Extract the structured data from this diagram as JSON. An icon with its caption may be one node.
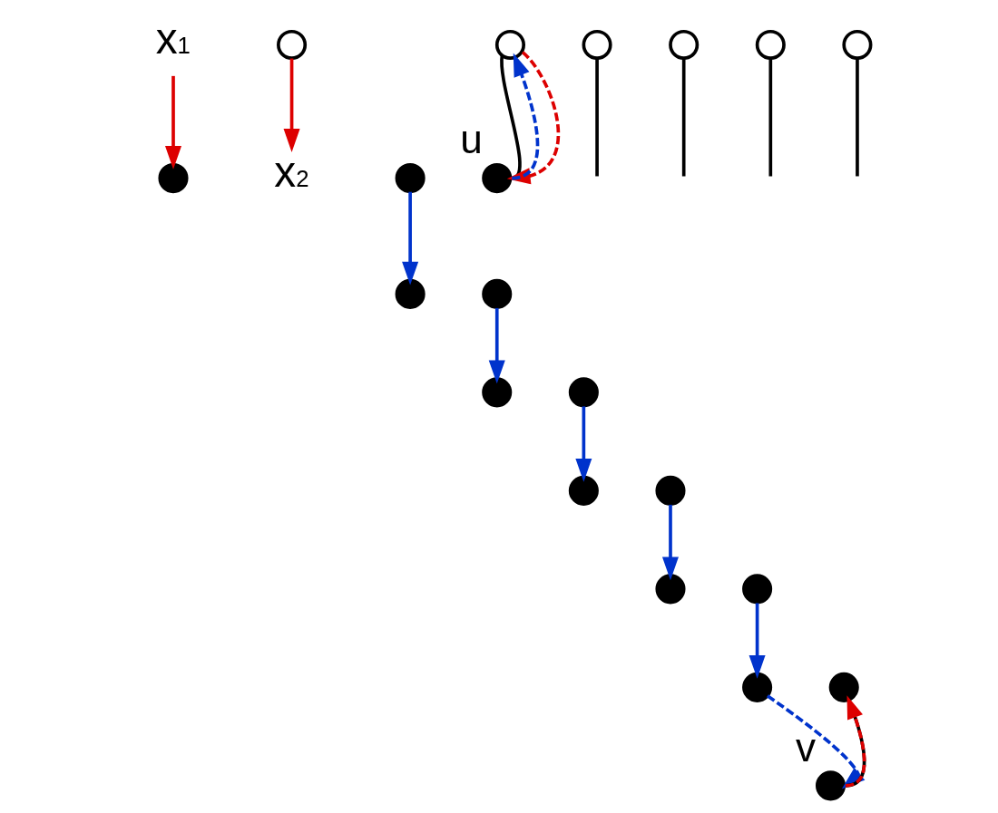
{
  "diagram": {
    "nodes": [
      {
        "text": [
          "x$_{1}$"
        ]
      },
      {
        "text": [
          "x$_{2}$"
        ]
      },
      {
        "text": [],
        "shape": "circle"
      },
      {
        "text": [],
        "shape": "circle"
      },
      {
        "text": [],
        "shape": "circle"
      },
      {
        "text": [],
        "shape": "circle"
      },
      {
        "text": [],
        "shape": "circle"
      },
      {
        "text": [],
        "shape": "circle"
      },
      {
        "text": [],
        "shape": "circle"
      },
      {
        "text": [],
        "shape": "circle"
      },
      {
        "text": [],
        "shape": "circle"
      },
      {
        "text": [],
        "shape": "circle"
      },
      {
        "text": [],
        "shape": "circle"
      },
      {
        "text": [],
        "shape": "circle"
      },
      {
        "text": [],
        "shape": "circle"
      },
      {
        "text": [],
        "shape": "circle"
      },
      {
        "text": [],
        "shape": "circle"
      },
      {
        "text": [],
        "shape": "circle"
      },
      {
        "text": [],
        "shape": "circle"
      },
      {
        "text": [],
        "shape": "circle"
      },
      {
        "text": [],
        "shape": "circle",
        "beside": [
          "u"
        ]
      },
      {
        "text": [],
        "shape": "circle",
        "beside": [
          "v"
        ]
      }
    ],
    "edges": [
      {
        "from": 0,
        "to": 2,
        "arrow": "to",
        "color": "#dd0000"
      },
      {
        "from": 3,
        "to": 5,
        "arrow": "to"
      },
      {
        "from": 6,
        "to": 8,
        "arrow": "to"
      },
      {
        "from": 9,
        "to": 11,
        "arrow": "to"
      },
      {
        "from": 12,
        "to": 14,
        "arrow": "to"
      },
      {
        "from": 15,
        "to": 17,
        "arrow": "to"
      },
      {
        "from": 19,
        "to": 1,
        "arrow": "to",
        "color": "#dd0000"
      },
      {
        "from": 4,
        "to": 20,
        "arrow": "none",
        "color": "#000000"
      },
      {
        "from": 4,
        "to": 20,
        "arrow": "to",
        "style": "dashed",
        "color": "#dd0000"
      },
      {
        "from": 20,
        "to": 4,
        "arrow": "to",
        "style": "dashed"
      },
      {
        "from": 18,
        "to": 21,
        "arrow": "none",
        "color": "#000000"
      },
      {
        "from": 17,
        "to": 21,
        "arrow": "to",
        "style": "dashed"
      },
      {
        "from": 21,
        "to": 18,
        "arrow": "to",
        "style": "dashed",
        "color": "#dd0000"
      },
      {
        "from": 7,
        "to": null,
        "arrow": "none",
        "color": "#000000"
      },
      {
        "from": 10,
        "to": null,
        "arrow": "none",
        "color": "#000000"
      },
      {
        "from": 13,
        "to": null,
        "arrow": "none",
        "color": "#000000"
      },
      {
        "from": 16,
        "to": null,
        "arrow": "none",
        "color": "#000000"
      }
    ]
  }
}
